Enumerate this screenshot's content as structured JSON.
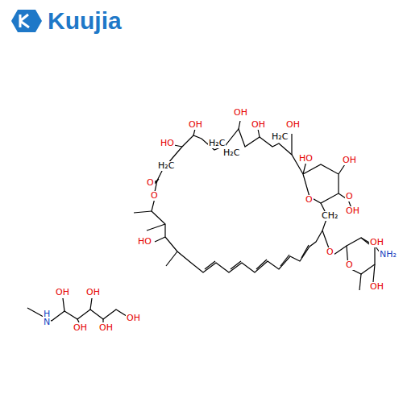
{
  "diagram": {
    "labels": [
      "Kuujia",
      "OH",
      "OH",
      "OH",
      "HO",
      "H₂C",
      "H₂C",
      "H₂C",
      "OH",
      "HO",
      "OH",
      "O",
      "O",
      "OH",
      "CH₂",
      "O",
      "O",
      "H₂C",
      "HO",
      "O",
      "OH",
      "NH₂",
      "O",
      "OH",
      "H",
      "N",
      "OH",
      "OH",
      "OH",
      "OH",
      "OH"
    ]
  }
}
